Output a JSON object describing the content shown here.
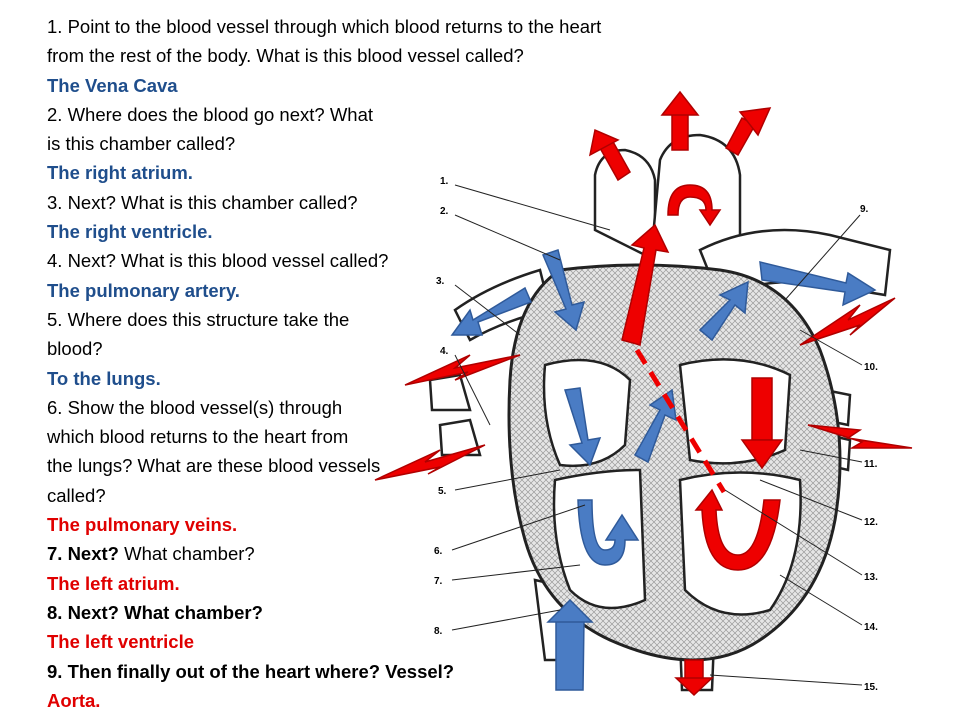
{
  "lines": [
    {
      "id": "q1a",
      "text": "1.   Point to the blood vessel through which blood returns to the heart"
    },
    {
      "id": "q1b",
      "text": "from the rest of the body. What is this blood vessel called?"
    },
    {
      "id": "a1",
      "text": "The Vena Cava"
    },
    {
      "id": "q2a",
      "text": "2. Where does the blood go next? What"
    },
    {
      "id": "q2b",
      "text": "is this chamber called?"
    },
    {
      "id": "a2",
      "text": "The right atrium."
    },
    {
      "id": "q3",
      "text": "3. Next? What is this chamber called?"
    },
    {
      "id": "a3",
      "text": "The right ventricle."
    },
    {
      "id": "q4",
      "text": "4. Next? What is this blood vessel called?"
    },
    {
      "id": "a4",
      "text": "The pulmonary artery."
    },
    {
      "id": "q5a",
      "text": "5. Where does this structure take the"
    },
    {
      "id": "q5b",
      "text": "blood?"
    },
    {
      "id": "a5",
      "text": "To the lungs."
    },
    {
      "id": "q6a",
      "text": "6. Show the blood vessel(s) through"
    },
    {
      "id": "q6b",
      "text": "which blood returns to the heart from"
    },
    {
      "id": "q6c",
      "text": " the lungs? What are these blood vessels"
    },
    {
      "id": "q6d",
      "text": "called?"
    },
    {
      "id": "a6",
      "text": "The pulmonary veins."
    },
    {
      "id": "q7_bold",
      "text": "7. Next?"
    },
    {
      "id": "q7_rest",
      "text": " What chamber?"
    },
    {
      "id": "a7",
      "text": "The left atrium."
    },
    {
      "id": "q8",
      "text": "8. Next? What chamber?"
    },
    {
      "id": "a8",
      "text": "The left ventricle"
    },
    {
      "id": "q9",
      "text": "9. Then finally out of the heart where? Vessel?"
    },
    {
      "id": "a9",
      "text": "Aorta."
    }
  ],
  "diagram": {
    "labels": [
      "1.",
      "2.",
      "3.",
      "4.",
      "5.",
      "6.",
      "7.",
      "8.",
      "9.",
      "10.",
      "11.",
      "12.",
      "13.",
      "14.",
      "15."
    ]
  },
  "colors": {
    "answer_blue": "#1f4e8c",
    "answer_red": "#e00000",
    "arrow_blue": "#4a7cc4",
    "arrow_red": "#ee0000"
  }
}
